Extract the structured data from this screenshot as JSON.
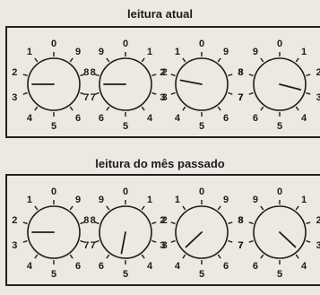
{
  "sections": [
    {
      "title": "leitura atual",
      "dials": [
        {
          "direction": "counterclockwise",
          "pointer_value": 2.5
        },
        {
          "direction": "clockwise",
          "pointer_value": 7.5
        },
        {
          "direction": "counterclockwise",
          "pointer_value": 2.2
        },
        {
          "direction": "clockwise",
          "pointer_value": 2.9
        }
      ]
    },
    {
      "title": "leitura do mês passado",
      "dials": [
        {
          "direction": "counterclockwise",
          "pointer_value": 2.5
        },
        {
          "direction": "clockwise",
          "pointer_value": 5.3
        },
        {
          "direction": "counterclockwise",
          "pointer_value": 3.7
        },
        {
          "direction": "clockwise",
          "pointer_value": 3.7
        }
      ]
    }
  ],
  "clockwise_numbers": [
    "0",
    "1",
    "2",
    "3",
    "4",
    "5",
    "6",
    "7",
    "8",
    "9"
  ],
  "counterclockwise_numbers": [
    "0",
    "9",
    "8",
    "7",
    "6",
    "5",
    "4",
    "3",
    "2",
    "1"
  ],
  "colors": {
    "background": "#ece9e2",
    "ink": "#1c1c1c"
  }
}
